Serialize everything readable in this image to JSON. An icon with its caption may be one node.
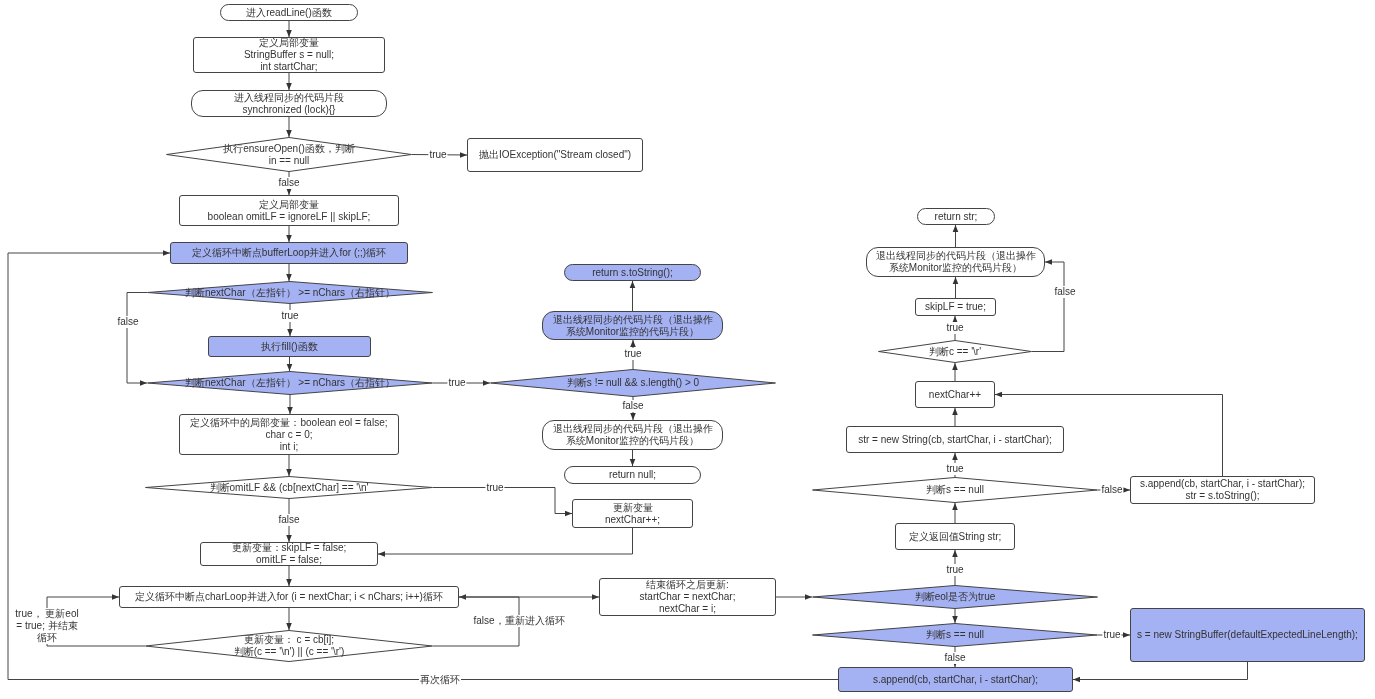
{
  "diagram": {
    "nodes": [
      {
        "text": [
          "进入readLine()函数"
        ]
      },
      {
        "text": [
          "定义局部变量",
          "StringBuffer s = null;",
          "int startChar;"
        ]
      },
      {
        "text": [
          "进入线程同步的代码片段",
          "synchronized (lock){}"
        ]
      },
      {
        "text": [
          "执行ensureOpen()函数，判断",
          "in == null"
        ]
      },
      {
        "text": [
          "抛出IOException(\"Stream closed\")"
        ]
      },
      {
        "text": [
          "定义局部变量",
          "boolean omitLF = ignoreLF || skipLF;"
        ]
      },
      {
        "text": [
          "定义循环中断点bufferLoop并进入for (;;)循环"
        ]
      },
      {
        "text": [
          "判断nextChar（左指针） >= nChars（右指针）"
        ]
      },
      {
        "text": [
          "执行fill()函数"
        ]
      },
      {
        "text": [
          "判断nextChar（左指针） >= nChars（右指针）"
        ]
      },
      {
        "text": [
          "定义循环中的局部变量：boolean eol = false;",
          "char c = 0;",
          "int i;"
        ]
      },
      {
        "text": [
          "判断omitLF && (cb[nextChar] == '\\n'"
        ]
      },
      {
        "text": [
          "更新变量：skipLF = false;",
          "omitLF = false;"
        ]
      },
      {
        "text": [
          "定义循环中断点charLoop并进入for (i = nextChar; i < nChars; i++)循环"
        ]
      },
      {
        "text": [
          "更新变量： c = cb[i];",
          "判断(c == '\\n') || (c == '\\r')"
        ]
      },
      {
        "text": [
          "return s.toString();"
        ]
      },
      {
        "text": [
          "退出线程同步的代码片段（退出操作系统Monitor监控的代码片段）"
        ]
      },
      {
        "text": [
          "判断s != null && s.length() > 0"
        ]
      },
      {
        "text": [
          "退出线程同步的代码片段（退出操作系统Monitor监控的代码片段）"
        ]
      },
      {
        "text": [
          "return null;"
        ]
      },
      {
        "text": [
          "更新变量",
          "nextChar++;"
        ]
      },
      {
        "text": [
          "结束循环之后更新:",
          "startChar = nextChar;",
          "nextChar = i;"
        ]
      },
      {
        "text": [
          "return str;"
        ]
      },
      {
        "text": [
          "退出线程同步的代码片段（退出操作系统Monitor监控的代码片段）"
        ]
      },
      {
        "text": [
          "skipLF = true;"
        ]
      },
      {
        "text": [
          "判断c == '\\r'"
        ]
      },
      {
        "text": [
          "nextChar++"
        ]
      },
      {
        "text": [
          "str = new String(cb, startChar, i - startChar);"
        ]
      },
      {
        "text": [
          "判断s == null"
        ]
      },
      {
        "text": [
          "s.append(cb, startChar, i - startChar);",
          "str = s.toString();"
        ]
      },
      {
        "text": [
          "定义返回值String str;"
        ]
      },
      {
        "text": [
          "判断eol是否为true"
        ]
      },
      {
        "text": [
          "判断s == null"
        ]
      },
      {
        "text": [
          "s = new StringBuffer(defaultExpectedLineLength);"
        ]
      },
      {
        "text": [
          "s.append(cb, startChar, i - startChar);"
        ]
      }
    ],
    "edges": [
      {
        "from": 0,
        "to": 1,
        "arrow": "to"
      },
      {
        "from": 1,
        "to": 2,
        "arrow": "to"
      },
      {
        "from": 2,
        "to": 3,
        "arrow": "to"
      },
      {
        "from": 3,
        "to": 4,
        "arrow": "to",
        "label": "true"
      },
      {
        "from": 3,
        "to": 5,
        "arrow": "to",
        "label": "false"
      },
      {
        "from": 5,
        "to": 6,
        "arrow": "to"
      },
      {
        "from": 6,
        "to": 7,
        "arrow": "to"
      },
      {
        "from": 7,
        "to": 8,
        "arrow": "to",
        "label": "true"
      },
      {
        "from": 7,
        "to": 9,
        "arrow": "to",
        "label": "false"
      },
      {
        "from": 8,
        "to": 9,
        "arrow": "to"
      },
      {
        "from": 9,
        "to": 17,
        "arrow": "to",
        "label": "true"
      },
      {
        "from": 9,
        "to": 10,
        "arrow": "to"
      },
      {
        "from": 10,
        "to": 11,
        "arrow": "to"
      },
      {
        "from": 11,
        "to": 20,
        "arrow": "to",
        "label": "true"
      },
      {
        "from": 11,
        "to": 12,
        "arrow": "to",
        "label": "false"
      },
      {
        "from": 20,
        "to": 12,
        "arrow": "to"
      },
      {
        "from": 12,
        "to": 13,
        "arrow": "to"
      },
      {
        "from": 13,
        "to": 14,
        "arrow": "to"
      },
      {
        "from": 14,
        "to": 13,
        "arrow": "to",
        "label": "true， 更新eol = true; 并结束循环"
      },
      {
        "from": 14,
        "to": 13,
        "arrow": "to",
        "label": "false，重新进入循环"
      },
      {
        "from": 13,
        "to": 21,
        "arrow": "to"
      },
      {
        "from": 17,
        "to": 16,
        "arrow": "to",
        "label": "true"
      },
      {
        "from": 17,
        "to": 18,
        "arrow": "to",
        "label": "false"
      },
      {
        "from": 16,
        "to": 15,
        "arrow": "to"
      },
      {
        "from": 18,
        "to": 19,
        "arrow": "to"
      },
      {
        "from": 21,
        "to": 31,
        "arrow": "to"
      },
      {
        "from": 31,
        "to": 30,
        "arrow": "to",
        "label": "true"
      },
      {
        "from": 31,
        "to": 32,
        "arrow": "to"
      },
      {
        "from": 32,
        "to": 33,
        "arrow": "to",
        "label": "true"
      },
      {
        "from": 32,
        "to": 34,
        "arrow": "to",
        "label": "false"
      },
      {
        "from": 33,
        "to": 34,
        "arrow": "to"
      },
      {
        "from": 34,
        "to": 6,
        "arrow": "to",
        "label": "再次循环"
      },
      {
        "from": 30,
        "to": 28,
        "arrow": "to"
      },
      {
        "from": 28,
        "to": 27,
        "arrow": "to",
        "label": "true"
      },
      {
        "from": 28,
        "to": 29,
        "arrow": "to",
        "label": "false"
      },
      {
        "from": 29,
        "to": 26,
        "arrow": "to"
      },
      {
        "from": 27,
        "to": 26,
        "arrow": "to"
      },
      {
        "from": 26,
        "to": 25,
        "arrow": "to"
      },
      {
        "from": 25,
        "to": 24,
        "arrow": "to",
        "label": "true"
      },
      {
        "from": 25,
        "to": 23,
        "arrow": "to",
        "label": "false"
      },
      {
        "from": 24,
        "to": 23,
        "arrow": "to"
      },
      {
        "from": 23,
        "to": 22,
        "arrow": "to"
      }
    ]
  }
}
